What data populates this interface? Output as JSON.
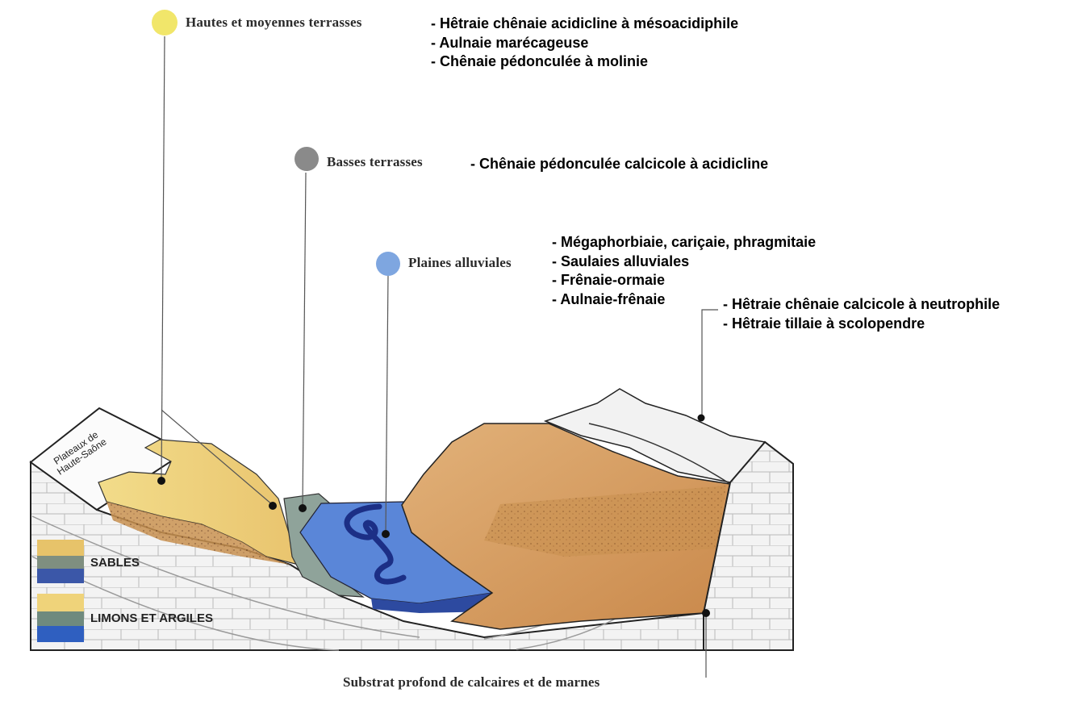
{
  "zones": [
    {
      "label": "Hautes et moyennes terrasses",
      "marker_color": "#f1e66a",
      "vegetation": [
        "- Hêtraie chênaie acidicline à mésoacidiphile",
        "- Aulnaie marécageuse",
        "- Chênaie pédonculée à molinie"
      ]
    },
    {
      "label": "Basses terrasses",
      "marker_color": "#8a8a8a",
      "vegetation": [
        "- Chênaie pédonculée calcicole à acidicline"
      ]
    },
    {
      "label": "Plaines alluviales",
      "marker_color": "#7ea6e0",
      "vegetation": [
        "- Mégaphorbiaie, cariçaie, phragmitaie",
        "- Saulaies alluviales",
        "- Frênaie-ormaie",
        "- Aulnaie-frênaie"
      ]
    },
    {
      "label": "",
      "marker_color": "#000000",
      "vegetation": [
        "- Hêtraie chênaie calcicole à neutrophile",
        "- Hêtraie tillaie à scolopendre"
      ]
    }
  ],
  "plateau_label": [
    "Plateaux de",
    "Haute-Saône"
  ],
  "legend": [
    {
      "label": "SABLES",
      "colors": [
        "#e7c36a",
        "#7f8f80",
        "#3b57a8"
      ]
    },
    {
      "label": "LIMONS ET ARGILES",
      "colors": [
        "#efd37a",
        "#6f8a7e",
        "#2f5fc0"
      ]
    }
  ],
  "substrate_label": "Substrat profond de calcaires et de marnes"
}
